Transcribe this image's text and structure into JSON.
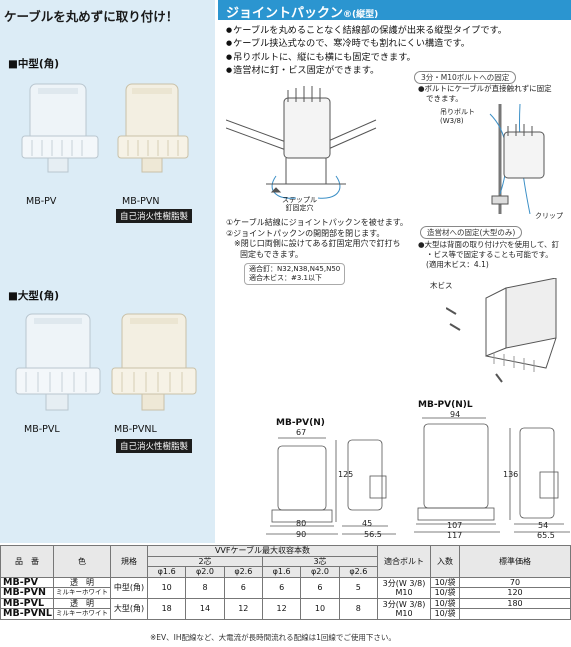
{
  "tagline": "ケーブルを丸めずに取り付け！",
  "left": {
    "medium_label": "■中型(角)",
    "large_label": "■大型(角)",
    "models": {
      "pv": "MB-PV",
      "pvn": "MB-PVN",
      "pvl": "MB-PVL",
      "pvnl": "MB-PVNL"
    },
    "badge": "自己消火性樹脂製"
  },
  "header": {
    "title": "ジョイントパックン",
    "reg": "®",
    "subtitle": "(縦型)"
  },
  "bullets": [
    "ケーブルを丸めることなく結線部の保護が出来る縦型タイプです。",
    "ケーブル挟込式なので、寒冷時でも割れにくい構造です。",
    "吊りボルトに、縦にも横にも固定できます。",
    "造営材に釘・ビス固定ができます。"
  ],
  "bolt_box": {
    "title": "3分・M10ボルトへの固定",
    "text1": "●ボルトにケーブルが直接触れずに固定",
    "text2": "できます。",
    "bolt_label1": "吊りボルト",
    "bolt_label2": "(W3/8)",
    "clip_label": "クリップ"
  },
  "staple": {
    "line1": "ステップル",
    "line2": "釘固定穴"
  },
  "steps": [
    "①ケーブル結線にジョイントパックンを被せます。",
    "②ジョイントパックンの開閉部を閉じます。",
    "※閉じ口両側に設けてある釘固定用穴で釘打ち",
    "固定もできます。"
  ],
  "nails": [
    "適合釘：N32,N38,N45,N50",
    "適合木ビス：#3.1以下"
  ],
  "wood_box": {
    "title": "造営材への固定(大型のみ)",
    "text1": "●大型は背面の取り付け穴を使用して、釘",
    "text2": "・ビス等で固定することも可能です。",
    "text3": "(適用木ビス：4.1)",
    "screw_label": "木ビス"
  },
  "drawings": {
    "pvn_title": "MB-PV(N)",
    "pvnl_title": "MB-PV(N)L",
    "dims": {
      "d67": "67",
      "d80": "80",
      "d90": "90",
      "d125": "125",
      "d45": "45",
      "d565": "56.5",
      "d94": "94",
      "d107": "107",
      "d117": "117",
      "d136": "136",
      "d54": "54",
      "d655": "65.5"
    }
  },
  "table": {
    "h_item": "品　番",
    "h_color": "色",
    "h_spec": "規格",
    "h_vvf": "VVFケーブル最大収容本数",
    "h_2c": "2芯",
    "h_3c": "3芯",
    "h_d16": "φ1.6",
    "h_d20": "φ2.0",
    "h_d26": "φ2.6",
    "h_bolt": "適合ボルト",
    "h_qty": "入数",
    "h_price": "標準価格",
    "rows": [
      {
        "item": "MB-PV",
        "color": "透　明",
        "spec": "中型(角)",
        "c2": [
          "10",
          "8",
          "6"
        ],
        "c3": [
          "6",
          "6",
          "5"
        ],
        "bolt1": "3分(W 3/8)",
        "bolt2": "M10",
        "qty": "10/袋",
        "price": "70"
      },
      {
        "item": "MB-PVN",
        "color": "ミルキーホワイト",
        "qty": "10/袋",
        "price": "120"
      },
      {
        "item": "MB-PVL",
        "color": "透　明",
        "spec": "大型(角)",
        "c2": [
          "18",
          "14",
          "12"
        ],
        "c3": [
          "12",
          "10",
          "8"
        ],
        "bolt1": "3分(W 3/8)",
        "bolt2": "M10",
        "qty": "10/袋",
        "price": "180"
      },
      {
        "item": "MB-PVNL",
        "color": "ミルキーホワイト",
        "qty": "10/袋",
        "price": ""
      }
    ]
  },
  "note": "※EV、IH配線など、大電流が長時間流れる配線は1回線でご使用下さい。"
}
